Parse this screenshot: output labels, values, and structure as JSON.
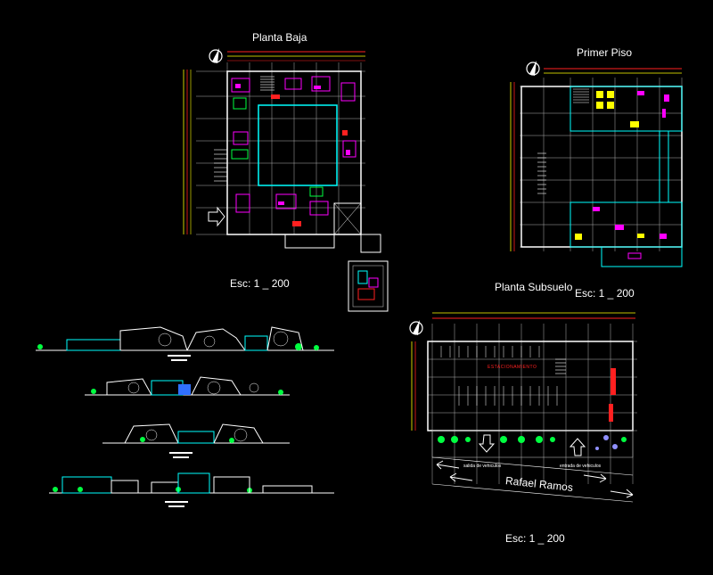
{
  "labels": {
    "planta_baja": "Planta Baja",
    "primer_piso": "Primer Piso",
    "planta_subsuelo": "Planta Subsuelo",
    "scale_baja": "Esc: 1 _ 200",
    "scale_primer": "Esc: 1 _ 200",
    "scale_subsuelo": "Esc: 1 _ 200",
    "street": "Rafael Ramos",
    "parking_label": "ESTACIONAMIENTO",
    "left_arrow_text": "salida de vehiculos",
    "right_arrow_text": "entrada de vehiculos"
  },
  "colors": {
    "background": "#000000",
    "wall": "#ffffff",
    "accent_cyan": "#00ffff",
    "accent_magenta": "#ff00ff",
    "accent_red": "#ff2020",
    "accent_green": "#00ff40",
    "accent_yellow": "#ffff00",
    "grid_gray": "#b0b0b0"
  }
}
